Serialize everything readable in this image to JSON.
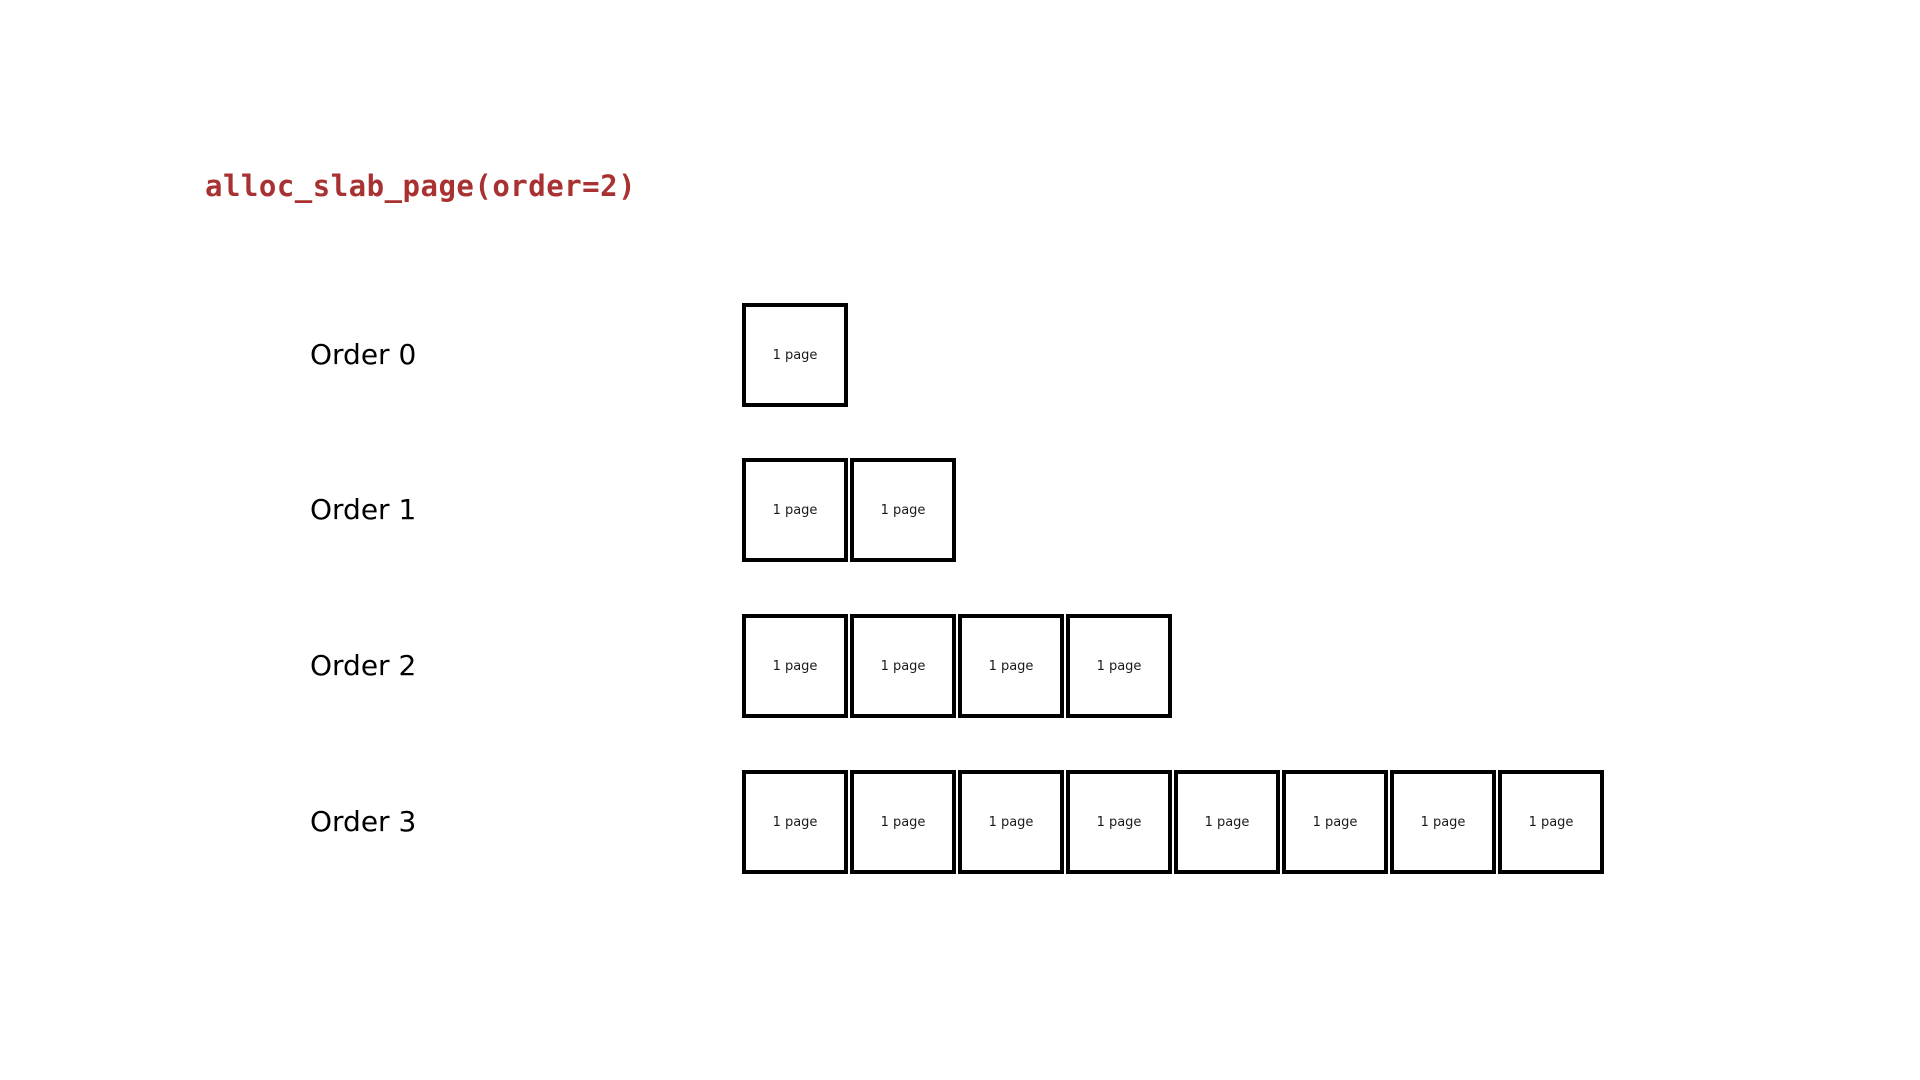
{
  "diagram": {
    "title": "alloc_slab_page(order=2)",
    "title_color": "#A83232",
    "background_color": "#ffffff",
    "box_border_color": "#000000",
    "page_cell_label": "1 page",
    "rows": [
      {
        "label": "Order 0",
        "page_count": 1,
        "pages": [
          "1 page"
        ]
      },
      {
        "label": "Order 1",
        "page_count": 2,
        "pages": [
          "1 page",
          "1 page"
        ]
      },
      {
        "label": "Order 2",
        "page_count": 4,
        "pages": [
          "1 page",
          "1 page",
          "1 page",
          "1 page"
        ]
      },
      {
        "label": "Order 3",
        "page_count": 8,
        "pages": [
          "1 page",
          "1 page",
          "1 page",
          "1 page",
          "1 page",
          "1 page",
          "1 page",
          "1 page"
        ]
      }
    ]
  }
}
